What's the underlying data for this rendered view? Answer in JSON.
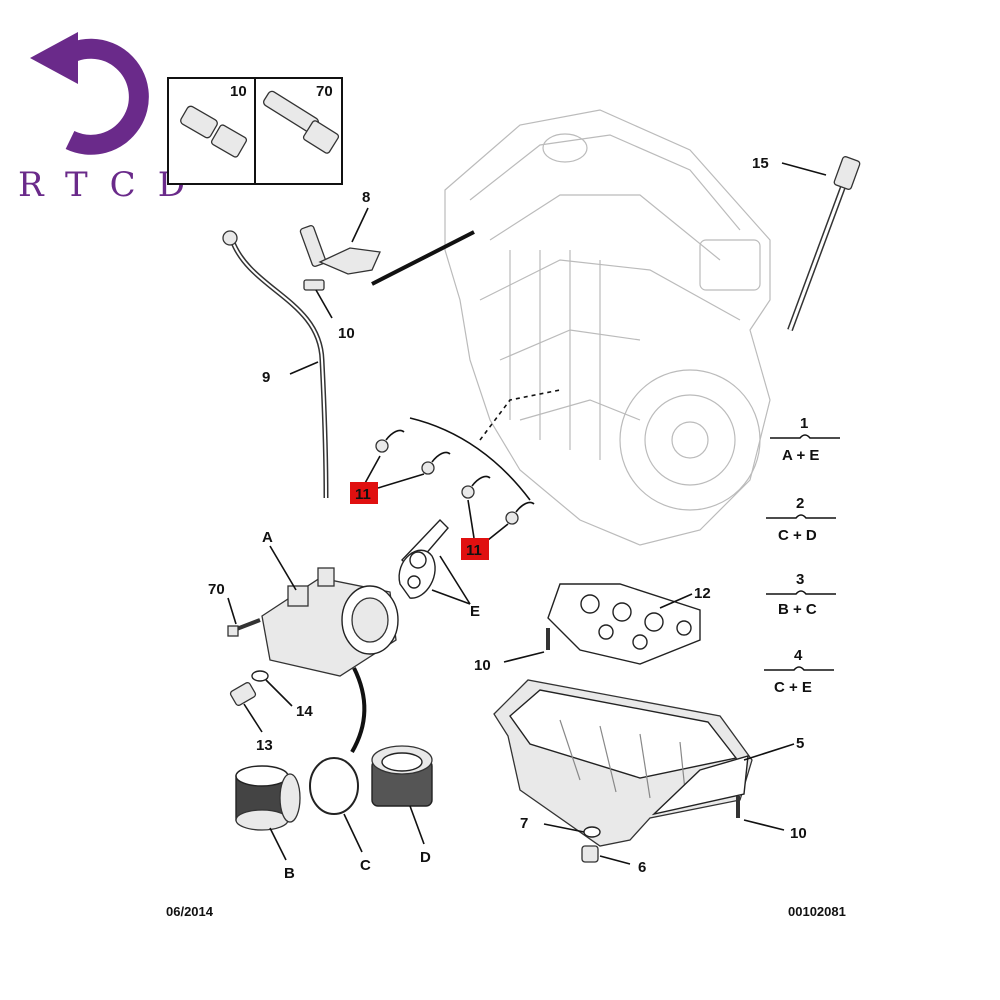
{
  "brand": {
    "text": "RTCD",
    "color": "#6a2a8a"
  },
  "inset": {
    "left_label": "10",
    "right_label": "70"
  },
  "callouts": {
    "c8": "8",
    "c10a": "10",
    "c9": "9",
    "c15": "15",
    "c11a": "11",
    "c11b": "11",
    "cA": "A",
    "cE": "E",
    "c70": "70",
    "c14": "14",
    "c13": "13",
    "cB": "B",
    "cC": "C",
    "cD": "D",
    "c12": "12",
    "c10b": "10",
    "c5": "5",
    "c7": "7",
    "c6": "6",
    "c10c": "10"
  },
  "kits": [
    {
      "num": "1",
      "contents": "A + E"
    },
    {
      "num": "2",
      "contents": "C + D"
    },
    {
      "num": "3",
      "contents": "B + C"
    },
    {
      "num": "4",
      "contents": "C + E"
    }
  ],
  "footer": {
    "date": "06/2014",
    "ref": "00102081"
  },
  "colors": {
    "highlight": "#e01010",
    "ink": "#111111"
  }
}
